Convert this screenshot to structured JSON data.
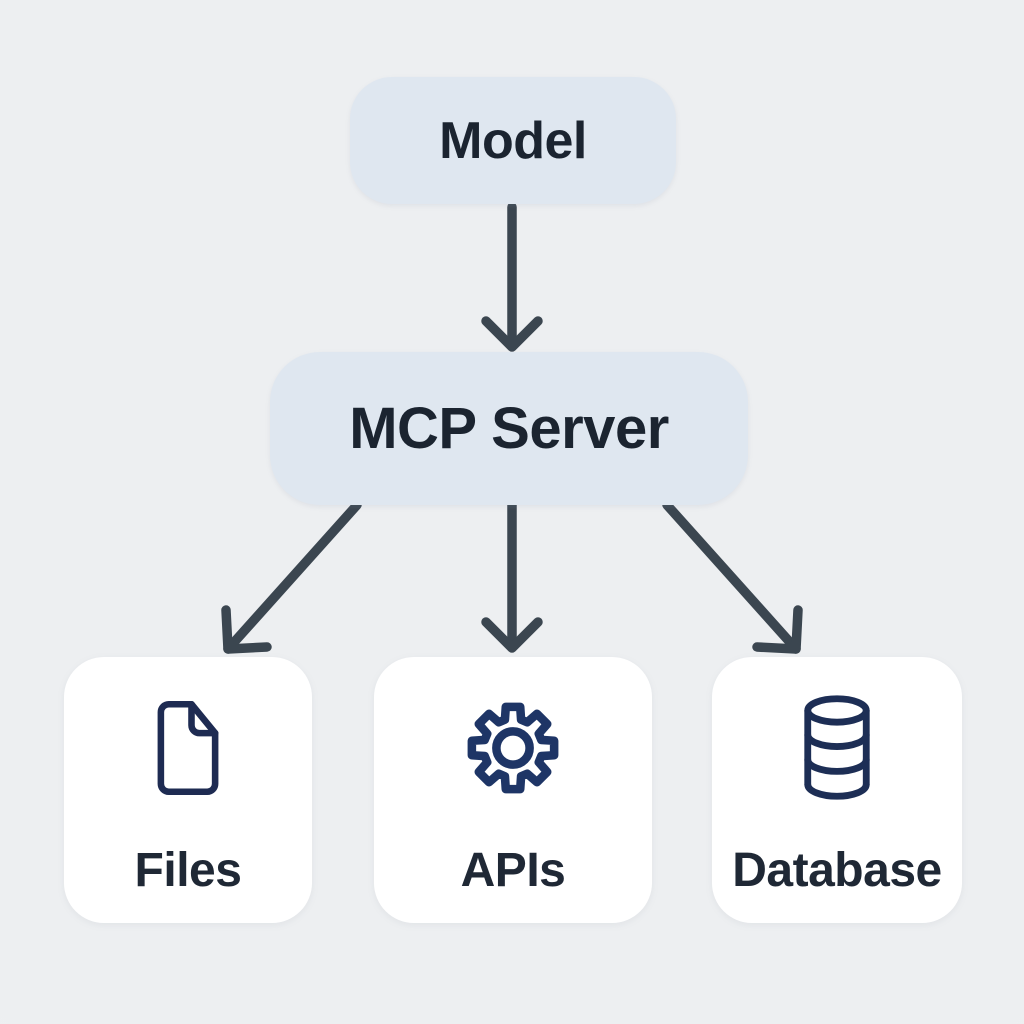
{
  "nodes": {
    "model": {
      "label": "Model"
    },
    "mcp_server": {
      "label": "MCP Server"
    },
    "files": {
      "label": "Files",
      "icon": "file-icon"
    },
    "apis": {
      "label": "APIs",
      "icon": "gear-icon"
    },
    "database": {
      "label": "Database",
      "icon": "database-icon"
    }
  },
  "edges": [
    {
      "from": "Model",
      "to": "MCP Server"
    },
    {
      "from": "MCP Server",
      "to": "Files"
    },
    {
      "from": "MCP Server",
      "to": "APIs"
    },
    {
      "from": "MCP Server",
      "to": "Database"
    }
  ],
  "colors": {
    "background": "#eff1f3",
    "pill_fill": "#dfe7f0",
    "card_fill": "#ffffff",
    "arrow": "#3b4650",
    "heading_text": "#1b2430",
    "label_text": "#1f2835",
    "file_icon": "#1e2b52",
    "gear_icon": "#1e3566",
    "database_icon": "#1d2e55"
  }
}
